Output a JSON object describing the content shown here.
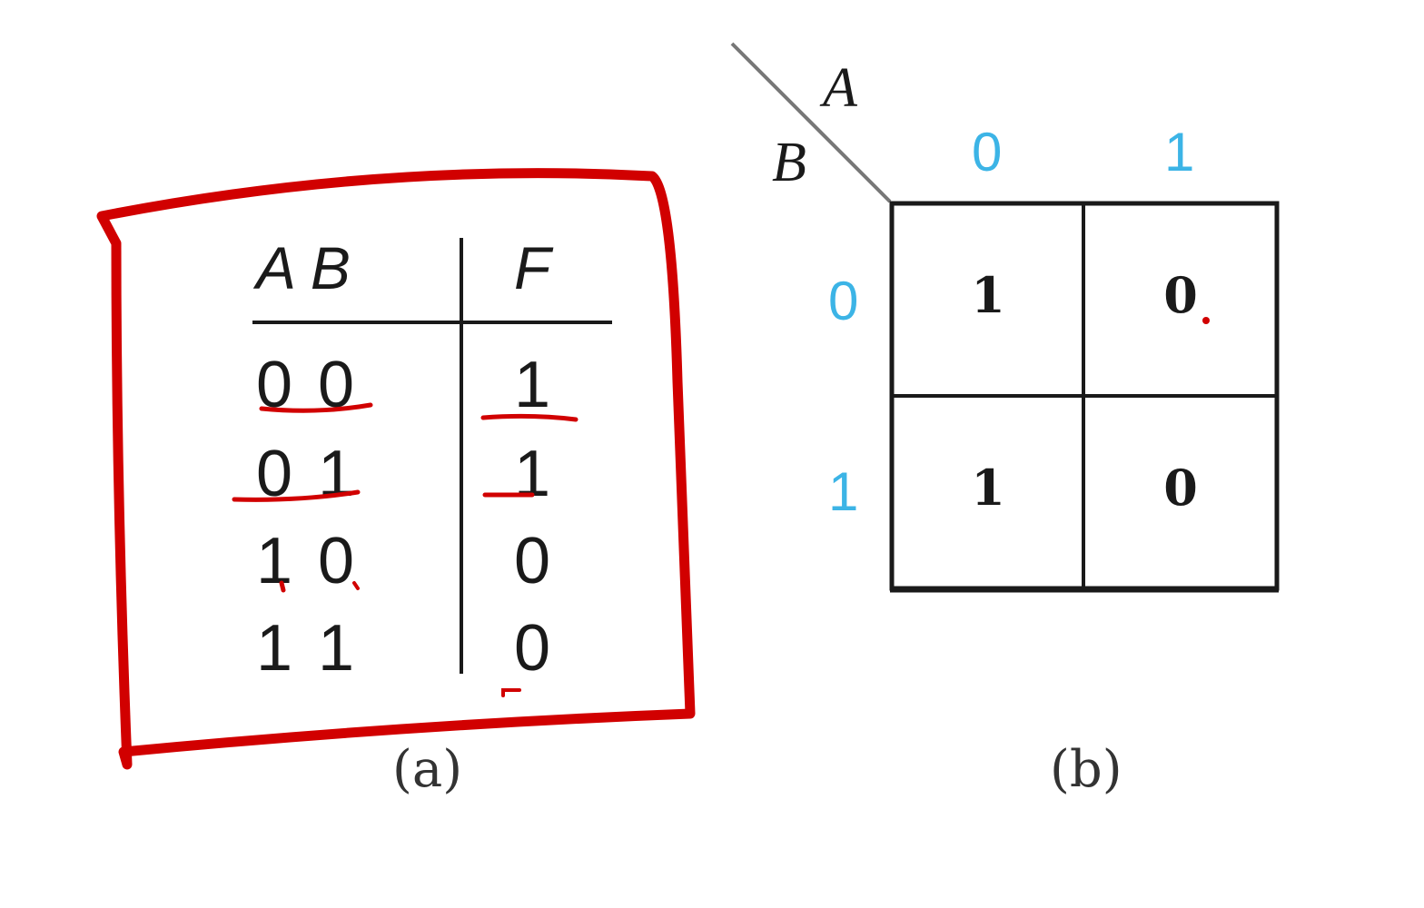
{
  "truth_table": {
    "header_inputs": "A B",
    "header_output": "F",
    "rows": [
      {
        "inputs": "0 0",
        "output": "1"
      },
      {
        "inputs": "0 1",
        "output": "1"
      },
      {
        "inputs": "1 0",
        "output": "0"
      },
      {
        "inputs": "1 1",
        "output": "0"
      }
    ],
    "caption": "(a)"
  },
  "kmap": {
    "col_var": "A",
    "row_var": "B",
    "col_values": [
      "0",
      "1"
    ],
    "row_values": [
      "0",
      "1"
    ],
    "cells": [
      [
        "1",
        "0"
      ],
      [
        "1",
        "0"
      ]
    ],
    "caption": "(b)"
  },
  "colors": {
    "annotation": "#d10000",
    "axis_values": "#3cb4e6",
    "ink": "#1a1a1a"
  }
}
